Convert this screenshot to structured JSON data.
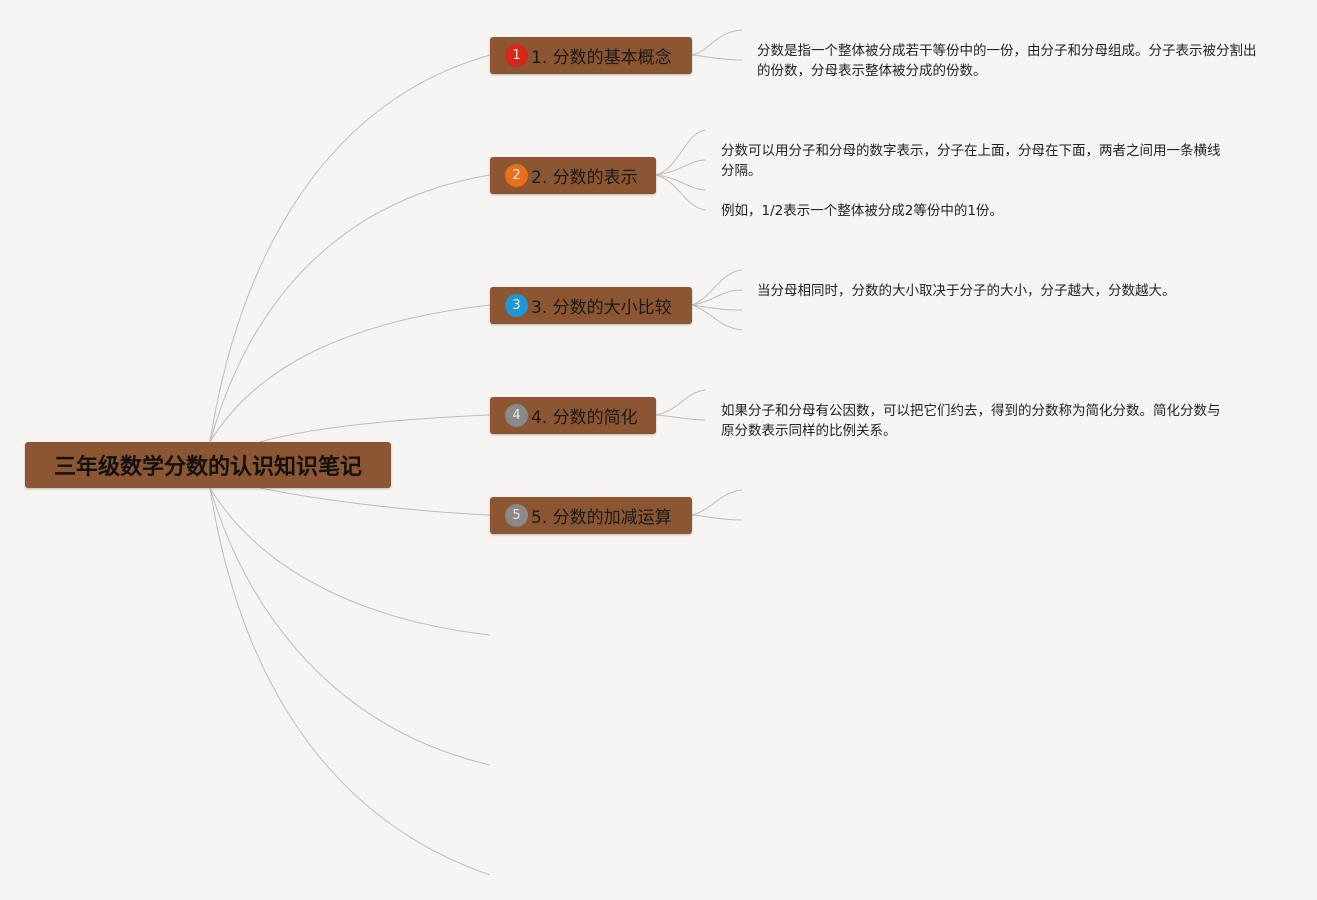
{
  "root": {
    "title": "三年级数学分数的认识知识笔记"
  },
  "branches": [
    {
      "number": "1",
      "label": "1. 分数的基本概念",
      "badge_color": "#d62718"
    },
    {
      "number": "2",
      "label": "2. 分数的表示",
      "badge_color": "#e8701b"
    },
    {
      "number": "3",
      "label": "3. 分数的大小比较",
      "badge_color": "#1f97d6"
    },
    {
      "number": "4",
      "label": "4. 分数的简化",
      "badge_color": "#8a8a8a"
    },
    {
      "number": "5",
      "label": "5. 分数的加减运算",
      "badge_color": "#8a8a8a"
    }
  ],
  "notes": [
    "分数是指一个整体被分成若干等份中的一份，由分子和分母组成。分子表示被分割出的份数，分母表示整体被分成的份数。",
    "分数可以用分子和分母的数字表示，分子在上面，分母在下面，两者之间用一条横线分隔。",
    "例如，1/2表示一个整体被分成2等份中的1份。",
    "当分母相同时，分数的大小取决于分子的大小，分子越大，分数越大。",
    "如果分子和分母有公因数，可以把它们约去，得到的分数称为简化分数。简化分数与原分数表示同样的比例关系。"
  ],
  "colors": {
    "background": "#f7f5f3",
    "node_fill": "#8b5631",
    "link": "#bdbdbd"
  }
}
